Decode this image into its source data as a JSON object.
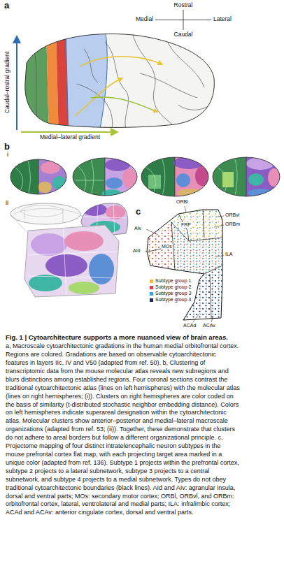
{
  "diagram": {
    "title": "Fig. 1 | Cytoarchitecture supports a more nuanced view of brain areas.",
    "caption": "a, Macroscale cytoarchitectonic gradations in the human medial orbitofrontal cortex. Regions are colored. Gradations are based on observable cytoarchitectonic features in layers IIc, IV and V50 (adapted from ref. 50). b, Clustering of transcriptomic data from the mouse molecular atlas reveals new subregions and blurs distinctions among established regions. Four coronal sections contrast the traditional cytoarchitectonic atlas (lines on left hemispheres) with the molecular atlas (lines on right hemispheres; (i)). Clusters on right hemispheres are color coded on the basis of similarity (t-distributed stochastic neighbor embedding distance). Colors on left hemispheres indicate superareal designation within the cytoarchitectonic atlas. Molecular clusters show anterior–posterior and medial–lateral macroscale organizations (adapted from ref. 53; (ii)). Together, these demonstrate that clusters do not adhere to areal borders but follow a different organizational principle. c, Projectome mapping of four distinct intratelencephalic neuron subtypes in the mouse prefrontal cortex flat map, with each projecting target area marked in a unique color (adapted from ref. 136). Subtype 1 projects within the prefrontal cortex, subtype 2 projects to a lateral subnetwork, subtype 3 projects to a central subnetwork, and subtype 4 projects to a medial subnetwork. Types do not obey traditional cytoarchitectonic boundaries (black lines). AId and AIv: agranular insula, dorsal and ventral parts; MOs: secondary motor cortex; ORBl, ORBvl, and ORBm: orbitofrontal cortex, lateral, ventrolateral and medial parts; ILA: infralimbic cortex; ACAd and ACAv: anterior cingulate cortex, dorsal and ventral parts.",
    "labels": [
      "a",
      "Rostral",
      "Medial",
      "Lateral",
      "Caudal",
      "Caudal–rostral gradient",
      "Medial–lateral gradient",
      "b",
      "i",
      "ii",
      "c",
      "ORBl",
      "ORBvl",
      "ORBm",
      "FRP",
      "AIv",
      "AId",
      "MOs",
      "ILA",
      "ACAd",
      "ACAv"
    ],
    "legend": [
      {
        "text": "Subtype group 1",
        "color": "#e8b84a"
      },
      {
        "text": "Subtype group 2",
        "color": "#d9434f"
      },
      {
        "text": "Subtype group 3",
        "color": "#3aa2d8"
      },
      {
        "text": "Subtype group 4",
        "color": "#1f2a5a"
      }
    ]
  }
}
